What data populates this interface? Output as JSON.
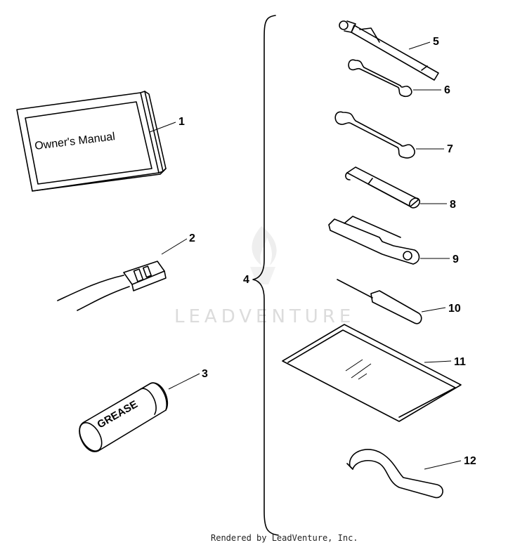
{
  "labels": {
    "manual_cover": "Owner's Manual",
    "grease_tube": "GREASE"
  },
  "callouts": [
    "1",
    "2",
    "3",
    "4",
    "5",
    "6",
    "7",
    "8",
    "9",
    "10",
    "11",
    "12"
  ],
  "watermark": "LEADVENTURE",
  "footer": "Rendered by LeadVenture, Inc."
}
